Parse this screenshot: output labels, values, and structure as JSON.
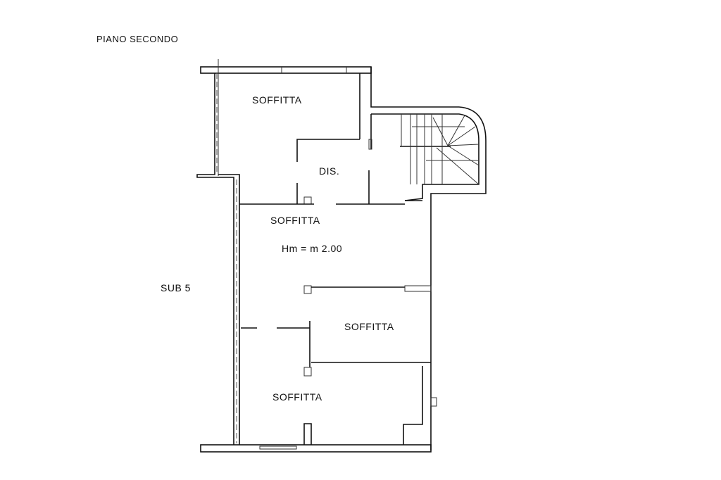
{
  "title": "PIANO SECONDO",
  "unit_label": "SUB 5",
  "rooms": [
    {
      "name": "SOFFITTA"
    },
    {
      "name": "DIS."
    },
    {
      "name": "SOFFITTA",
      "note": "Hm = m 2.00"
    },
    {
      "name": "SOFFITTA"
    },
    {
      "name": "SOFFITTA"
    }
  ]
}
